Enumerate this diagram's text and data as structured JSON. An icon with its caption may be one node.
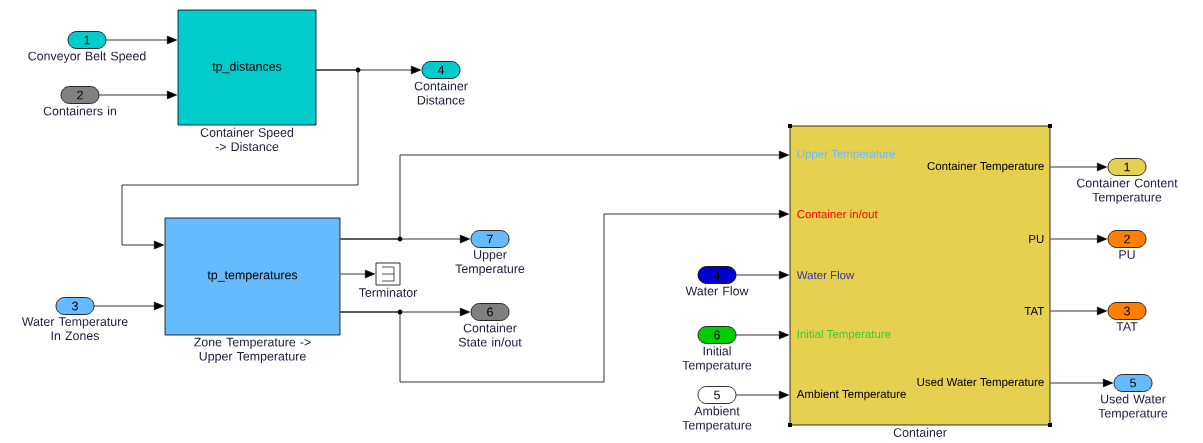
{
  "diagram": {
    "nodes": [
      {
        "text": [
          "1"
        ],
        "beside": [
          "Conveyor Belt Speed"
        ]
      },
      {
        "text": [
          "2"
        ],
        "beside": [
          "Containers in"
        ]
      },
      {
        "text": [
          "tp_distances"
        ],
        "beside": [
          "Container Speed -> Distance"
        ]
      },
      {
        "text": [
          "4"
        ],
        "beside": [
          "Container Distance"
        ]
      },
      {
        "text": [
          "3"
        ],
        "beside": [
          "Water Temperature In Zones"
        ]
      },
      {
        "text": [
          "tp_temperatures"
        ],
        "beside": [
          "Zone Temperature -> Upper Temperature"
        ]
      },
      {
        "text": [],
        "shape": "box",
        "beside": [
          "Terminator"
        ]
      },
      {
        "text": [
          "7"
        ],
        "beside": [
          "Upper Temperature"
        ]
      },
      {
        "text": [
          "6"
        ],
        "beside": [
          "Container State in/out"
        ]
      },
      {
        "text": [
          "4"
        ],
        "beside": [
          "Water Flow"
        ]
      },
      {
        "text": [
          "6"
        ],
        "beside": [
          "Initial Temperature"
        ]
      },
      {
        "text": [
          "5"
        ],
        "beside": [
          "Ambient Temperature"
        ]
      },
      {
        "text": [
          "Upper Temperature",
          "Container in/out",
          "Water Flow",
          "Initial Temperature",
          "Ambient Temperature",
          "Container Temperature",
          "PU",
          "TAT",
          "Used Water Temperature"
        ],
        "beside": [
          "Container"
        ]
      },
      {
        "text": [
          "1"
        ],
        "beside": [
          "Container Content Temperature"
        ]
      },
      {
        "text": [
          "2"
        ],
        "beside": [
          "PU"
        ]
      },
      {
        "text": [
          "3"
        ],
        "beside": [
          "TAT"
        ]
      },
      {
        "text": [
          "5"
        ],
        "beside": [
          "Used Water Temperature"
        ]
      }
    ],
    "edges": [
      {
        "from": 0,
        "to": 2,
        "arrow": "to"
      },
      {
        "from": 1,
        "to": 2,
        "arrow": "to"
      },
      {
        "from": 2,
        "to": 3,
        "arrow": "to"
      },
      {
        "from": 2,
        "to": 5,
        "arrow": "to"
      },
      {
        "from": 4,
        "to": 5,
        "arrow": "to"
      },
      {
        "from": 5,
        "to": 7,
        "arrow": "to"
      },
      {
        "from": 5,
        "to": 12,
        "arrow": "to"
      },
      {
        "from": 5,
        "to": 6,
        "arrow": "to"
      },
      {
        "from": 5,
        "to": 8,
        "arrow": "to"
      },
      {
        "from": 5,
        "to": 12,
        "arrow": "to"
      },
      {
        "from": 9,
        "to": 12,
        "arrow": "to"
      },
      {
        "from": 10,
        "to": 12,
        "arrow": "to"
      },
      {
        "from": 11,
        "to": 12,
        "arrow": "to"
      },
      {
        "from": 12,
        "to": 13,
        "arrow": "to"
      },
      {
        "from": 12,
        "to": 14,
        "arrow": "to"
      },
      {
        "from": 12,
        "to": 15,
        "arrow": "to"
      },
      {
        "from": 12,
        "to": 16,
        "arrow": "to"
      }
    ]
  }
}
